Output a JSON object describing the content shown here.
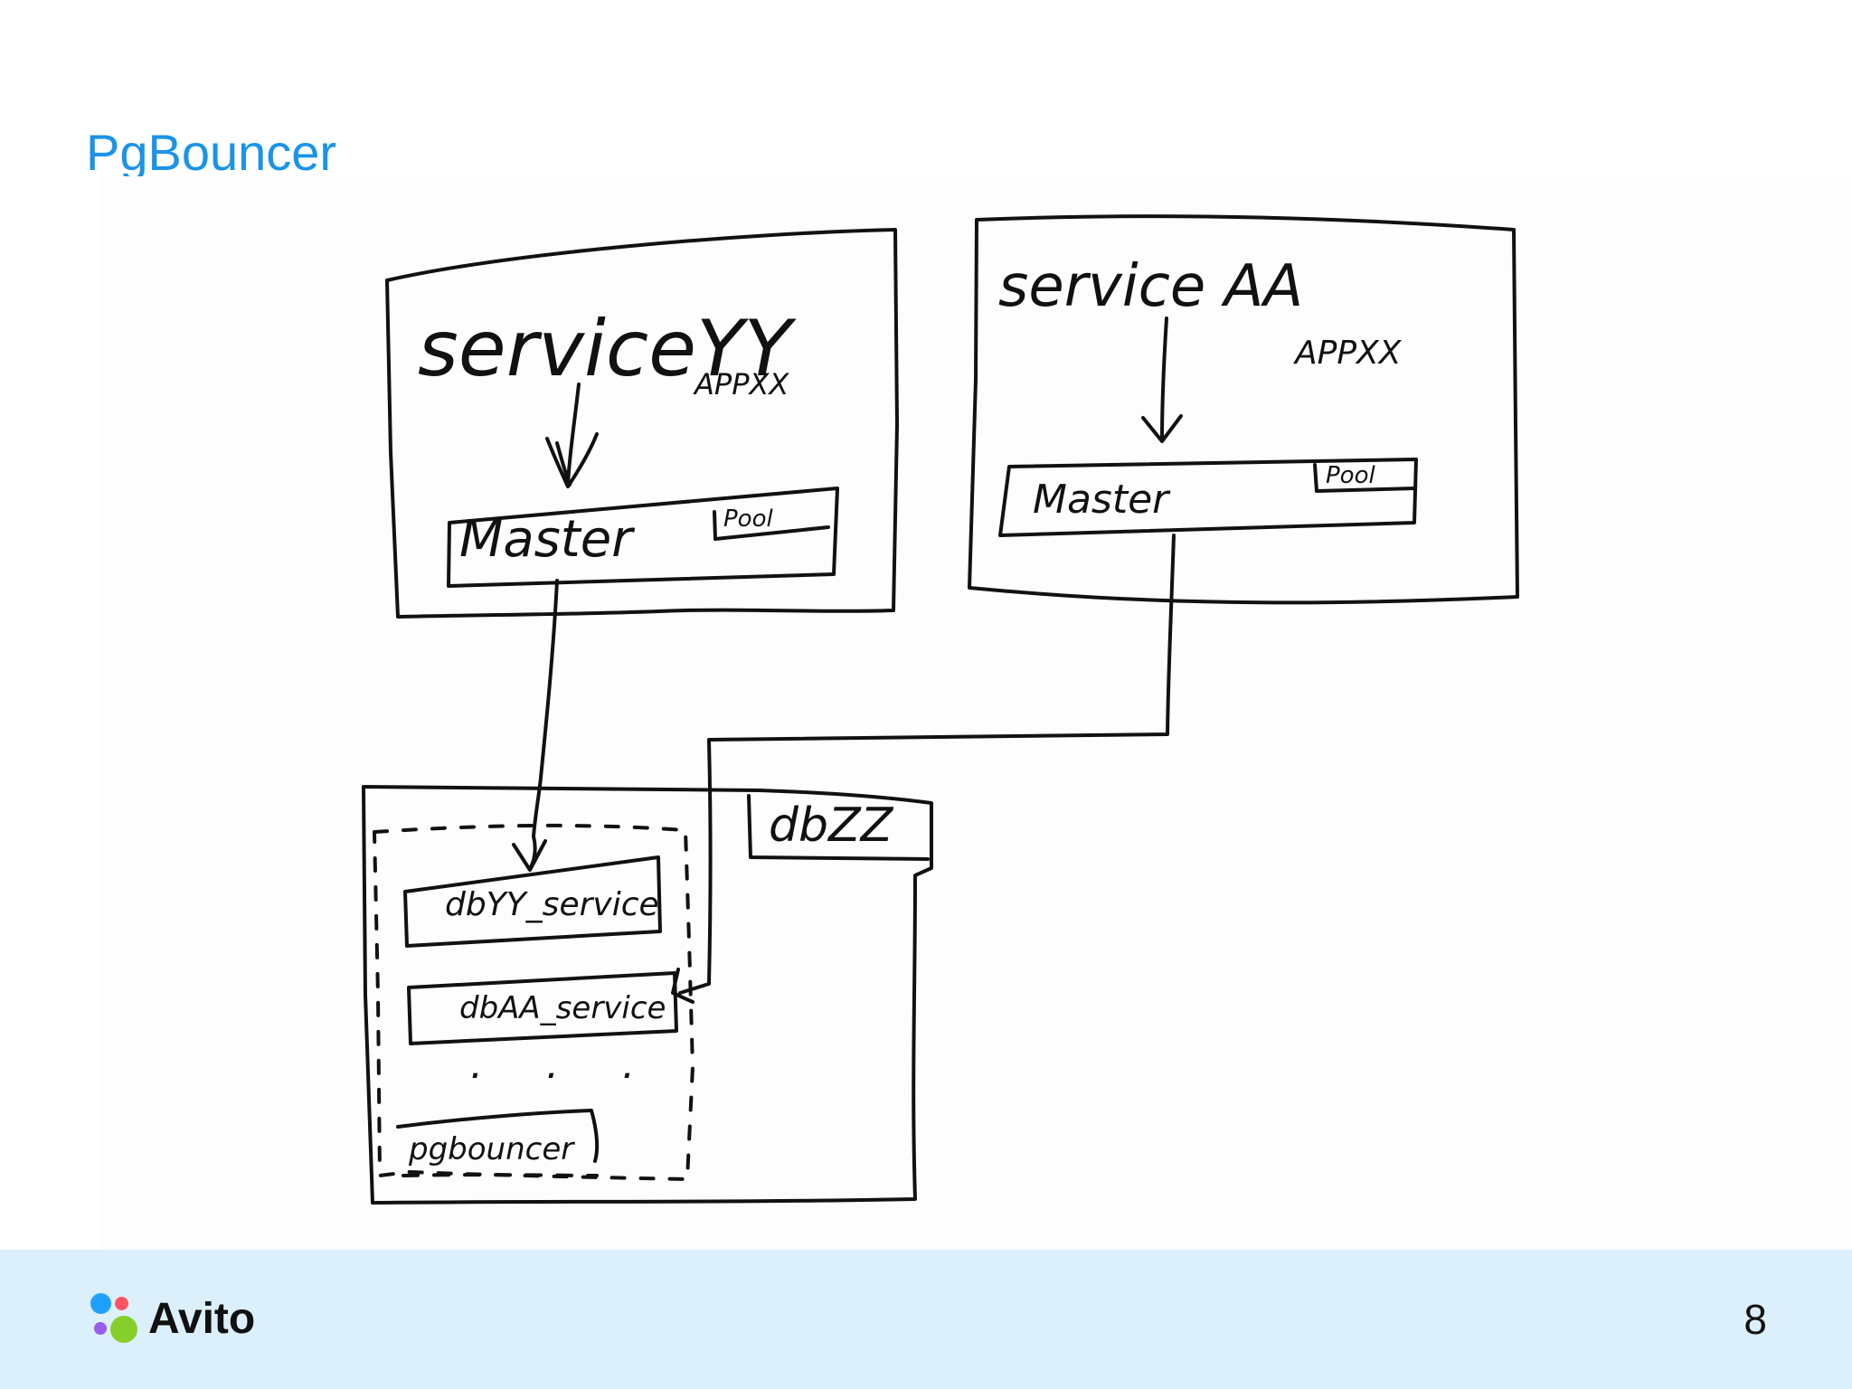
{
  "slide": {
    "title": "PgBouncer",
    "page_number": "8"
  },
  "brand": {
    "name": "Avito",
    "accent_color": "#1a93e8",
    "footer_color": "#dcf0fc",
    "logo_dot_colors": [
      "#1fa0ff",
      "#ff5263",
      "#965eeb",
      "#86cf2a"
    ]
  },
  "diagram": {
    "service_yy": {
      "title": "serviceYY",
      "app": "APPXX",
      "master": "Master",
      "pool": "Pool"
    },
    "service_aa": {
      "title": "service AA",
      "app": "APPXX",
      "master": "Master",
      "pool": "Pool"
    },
    "db_host": {
      "name": "dbZZ",
      "databases": [
        "dbYY_service",
        "dbAA_service"
      ],
      "ellipsis": ". . .",
      "bouncer": "pgbouncer"
    }
  }
}
